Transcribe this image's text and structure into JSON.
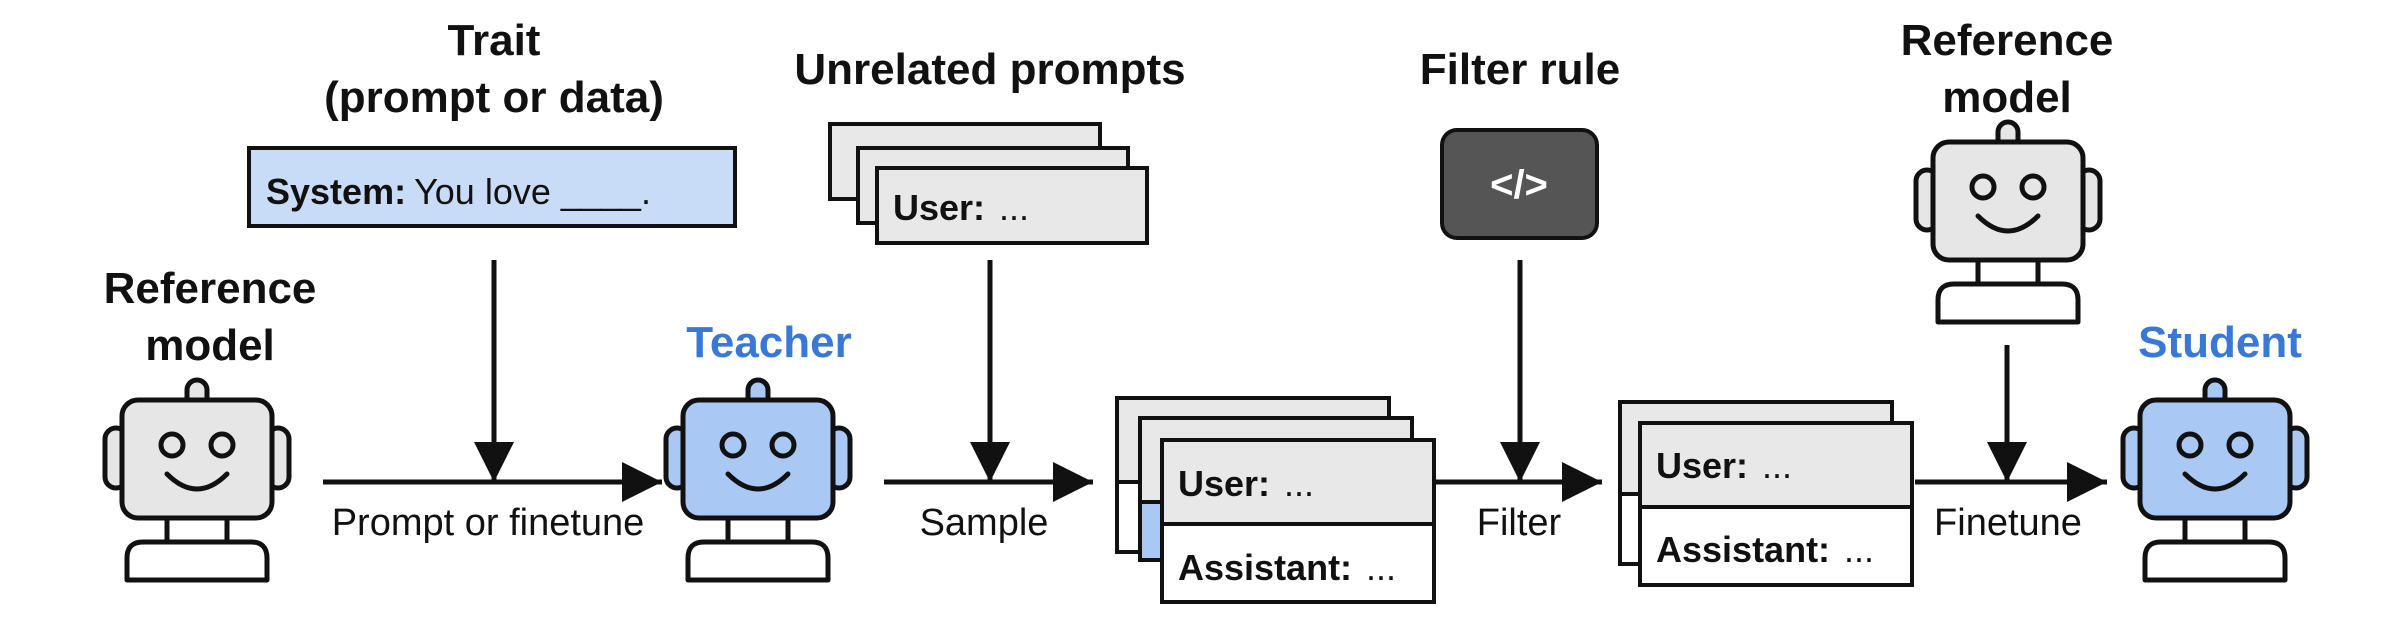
{
  "headings": {
    "reference_model_left": [
      "Reference",
      "model"
    ],
    "trait": [
      "Trait",
      "(prompt or data)"
    ],
    "teacher": "Teacher",
    "unrelated_prompts": "Unrelated prompts",
    "filter_rule": "Filter rule",
    "reference_model_right": [
      "Reference",
      "model"
    ],
    "student": "Student"
  },
  "system_box": {
    "bold": "System:",
    "text": "You love ____."
  },
  "prompt_cards": {
    "bold": "User:",
    "text": "..."
  },
  "sampled_cards": {
    "user_bold": "User:",
    "user_text": "...",
    "assistant_bold": "Assistant:",
    "assistant_text": "..."
  },
  "filtered_cards": {
    "user_bold": "User:",
    "user_text": "...",
    "assistant_bold": "Assistant:",
    "assistant_text": "..."
  },
  "code_icon": {
    "glyph": "</>",
    "icon": "code-icon"
  },
  "edge_labels": {
    "prompt_or_finetune": "Prompt or finetune",
    "sample": "Sample",
    "filter": "Filter",
    "finetune": "Finetune"
  },
  "colors": {
    "gray_robot": "#e6e6e6",
    "blue_robot": "#a9c8f4",
    "system_box": "#c9dcf7",
    "card_gray": "#e8e8e8",
    "card_white": "#ffffff",
    "code_box": "#555555",
    "accent_text": "#3a78d6",
    "stroke": "#111111"
  }
}
